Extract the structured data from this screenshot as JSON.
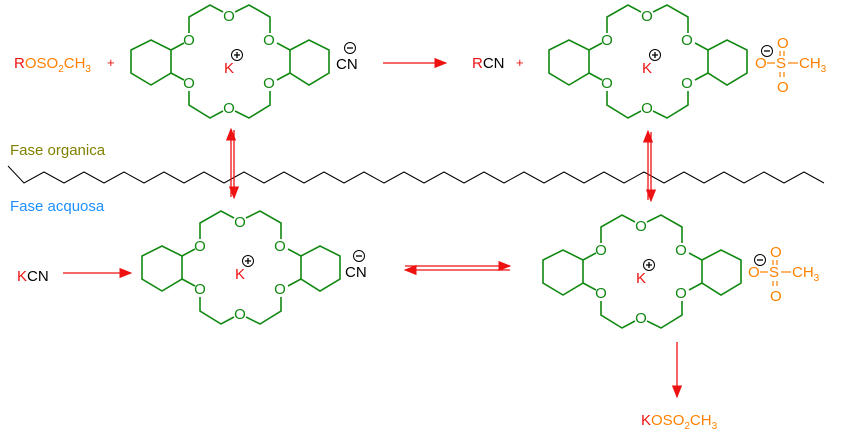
{
  "phases": {
    "organic": "Fase organica",
    "aqueous": "Fase acquosa"
  },
  "reactants": {
    "substrate": {
      "R": "R",
      "rest": "OSO",
      "sub2": "2",
      "ch": "CH",
      "sub3": "3"
    },
    "plus": "+",
    "cyanide": "CN",
    "kcn": {
      "k": "K",
      "cn": "CN"
    }
  },
  "products": {
    "rcn": {
      "r": "R",
      "cn": "CN"
    },
    "plus": "+",
    "salt": {
      "k": "K",
      "rest": "OSO",
      "sub2": "2",
      "ch": "CH",
      "sub3": "3"
    }
  },
  "crown": {
    "oxygen": "O",
    "cation": "K"
  },
  "mesylate": {
    "o": "O",
    "s": "S",
    "ch": "CH",
    "sub3": "3",
    "dash": "–"
  },
  "charges": {
    "plus": "+",
    "minus": "−"
  },
  "colors": {
    "crown": "#118811",
    "arrow": "#ee1111",
    "orange": "#ff8000",
    "red": "#ee1111",
    "organic": "#808000",
    "aqueous": "#1e8fff"
  }
}
